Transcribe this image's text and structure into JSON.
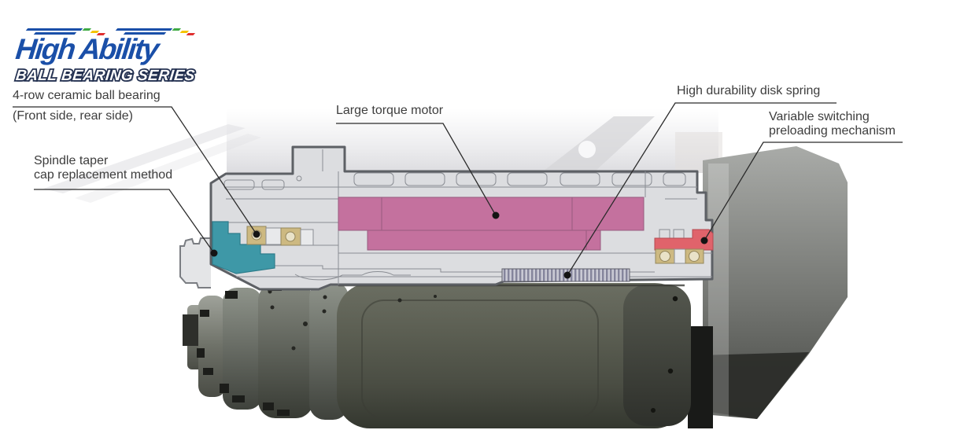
{
  "logo": {
    "title": "High Ability",
    "subtitle": "BALL BEARING SERIES",
    "brand_blue": "#1a4fa8",
    "outline_navy": "#233050",
    "speed_ticks": [
      "#3faa44",
      "#f5c400",
      "#e03030"
    ]
  },
  "annotations": {
    "bearing": {
      "line1": "4-row ceramic ball bearing",
      "line2": "(Front side, rear side)"
    },
    "taper": {
      "line1": "Spindle taper",
      "line2": "cap replacement method"
    },
    "motor": {
      "line1": "Large torque motor"
    },
    "disk_spring": {
      "line1": "High durability disk spring"
    },
    "preload": {
      "line1": "Variable switching",
      "line2": "preloading mechanism"
    }
  },
  "diagram_colors": {
    "housing_fill": "#dcdde0",
    "housing_outline": "#5d6065",
    "taper_cap_teal": "#3e98a7",
    "bearing_tan": "#cdb981",
    "motor_pink": "#c4719e",
    "preload_red": "#e0636b",
    "disk_spring_stripe": "#85859c",
    "label_text": "#3d3d3d"
  }
}
